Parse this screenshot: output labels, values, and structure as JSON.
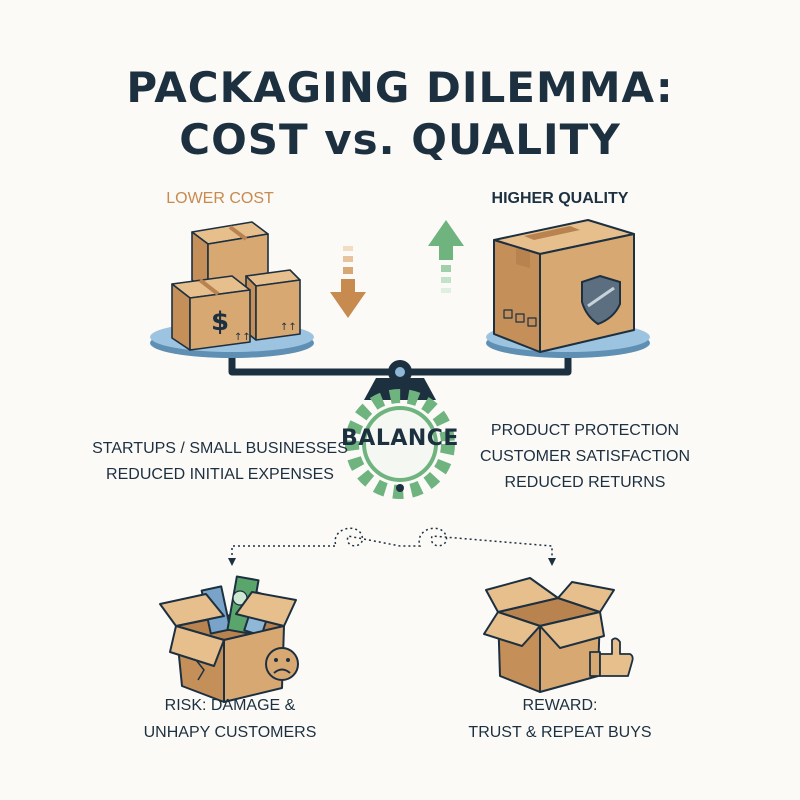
{
  "title": {
    "line1": "PACKAGING DILEMMA:",
    "line2": "COST vs. QUALITY"
  },
  "left_side": {
    "heading": "LOWER COST",
    "dollar_symbol": "$",
    "points": [
      "STARTUPS / SMALL BUSINESSES",
      "REDUCED INITIAL EXPENSES"
    ]
  },
  "right_side": {
    "heading": "HIGHER QUALITY",
    "points": [
      "PRODUCT PROTECTION",
      "CUSTOMER SATISFACTION",
      "REDUCED RETURNS"
    ]
  },
  "center": {
    "label": "BALANCE"
  },
  "outcomes": {
    "risk": {
      "line1": "RISK: DAMAGE &",
      "line2": "UNHAPY CUSTOMERS"
    },
    "reward": {
      "line1": "REWARD:",
      "line2": "TRUST & REPEAT BUYS"
    }
  },
  "colors": {
    "navy": "#1d3040",
    "cardboard": "#d8a873",
    "cardboard_dark": "#b9834f",
    "orange_arrow": "#c78a4f",
    "green": "#6fb37f",
    "platform_blue": "#8fb8d6"
  },
  "icons": {
    "down_arrow": "arrow-down-icon",
    "up_arrow": "arrow-up-icon",
    "shield": "shield-icon",
    "gear": "gear-icon",
    "sad_face": "sad-face-icon",
    "thumbs_up": "thumbs-up-icon"
  }
}
